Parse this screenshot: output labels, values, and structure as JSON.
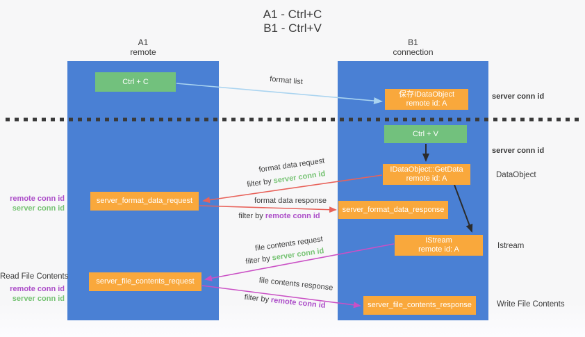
{
  "title": {
    "line1": "A1 - Ctrl+C",
    "line2": "B1 - Ctrl+V"
  },
  "lanes": {
    "left": {
      "title": "A1",
      "subtitle": "remote"
    },
    "right": {
      "title": "B1",
      "subtitle": "connection"
    }
  },
  "nodes": {
    "ctrl_c": {
      "label": "Ctrl + C"
    },
    "ctrl_v": {
      "label": "Ctrl + V"
    },
    "save_dataobject": {
      "line1": "保存IDataObject",
      "line2": "remote id: A"
    },
    "getdata": {
      "line1": "IDataObject::GetData",
      "line2": "remote id: A"
    },
    "istream": {
      "line1": "IStream",
      "line2": "remote id: A"
    },
    "server_format_data_request": {
      "label": "server_format_data_request"
    },
    "server_format_data_response": {
      "label": "server_format_data_response"
    },
    "server_file_contents_request": {
      "label": "server_file_contents_request"
    },
    "server_file_contents_response": {
      "label": "server_file_contents_response"
    }
  },
  "edge_labels": {
    "format_list": "format list",
    "format_data_request": "format data request",
    "format_data_response": "format data response",
    "file_contents_request": "file contents request",
    "file_contents_response": "file contents response",
    "filter_by": "filter by",
    "server_conn_id": "server conn id",
    "remote_conn_id": "remote conn id"
  },
  "side_labels": {
    "server_conn_id_top": "server conn id",
    "server_conn_id_mid": "server conn id",
    "dataobject": "DataObject",
    "istream": "Istream",
    "read_file_contents": "Read File Contents",
    "write_file_contents": "Write File Contents",
    "left_remote_conn_id_1": "remote conn id",
    "left_server_conn_id_1": "server conn id",
    "left_remote_conn_id_2": "remote conn id",
    "left_server_conn_id_2": "server conn id"
  },
  "colors": {
    "lane_blue": "#4a80d4",
    "node_green": "#72c17d",
    "node_orange": "#f9a83c",
    "arrow_red": "#e8625a",
    "arrow_magenta": "#ca50c5",
    "arrow_lightblue": "#aad4f0",
    "arrow_black": "#2b2b2b",
    "text_green": "#77c374",
    "text_purple": "#ad4fc9",
    "background": "#f7f7f8"
  }
}
